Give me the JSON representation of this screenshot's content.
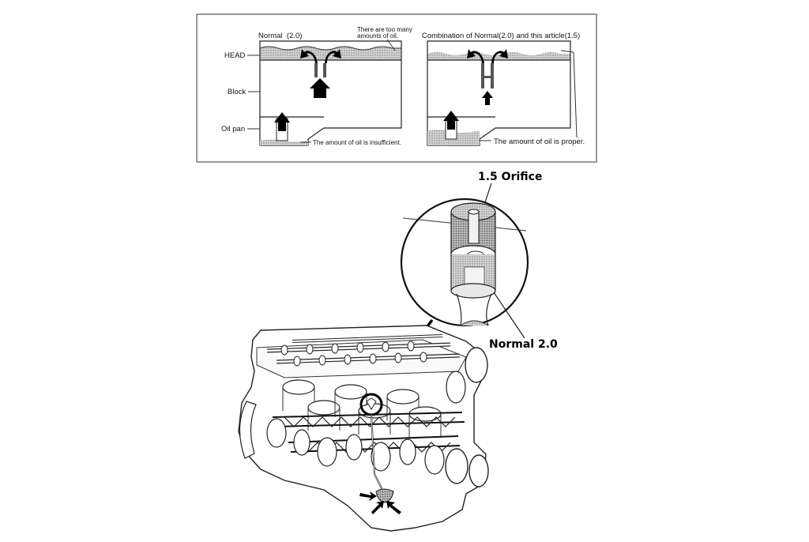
{
  "top_panel": {
    "left_title": "Normal  (2.0)",
    "too_many_line1": "There are too many",
    "too_many_line2": "amounts of oil.",
    "right_title": "Combination of Normal(2.0) and this article(1.5)",
    "row_labels": [
      "HEAD",
      "Block",
      "Oil pan"
    ],
    "insufficient": "The amount of oil is insufficient.",
    "proper": "The amount of oil is proper."
  },
  "callouts": {
    "orifice_15": "1.5 Orifice",
    "normal_20": "Normal 2.0"
  },
  "colors": {
    "line": "#222222",
    "oil_fill": "#bdbdbd",
    "background": "#ffffff"
  }
}
